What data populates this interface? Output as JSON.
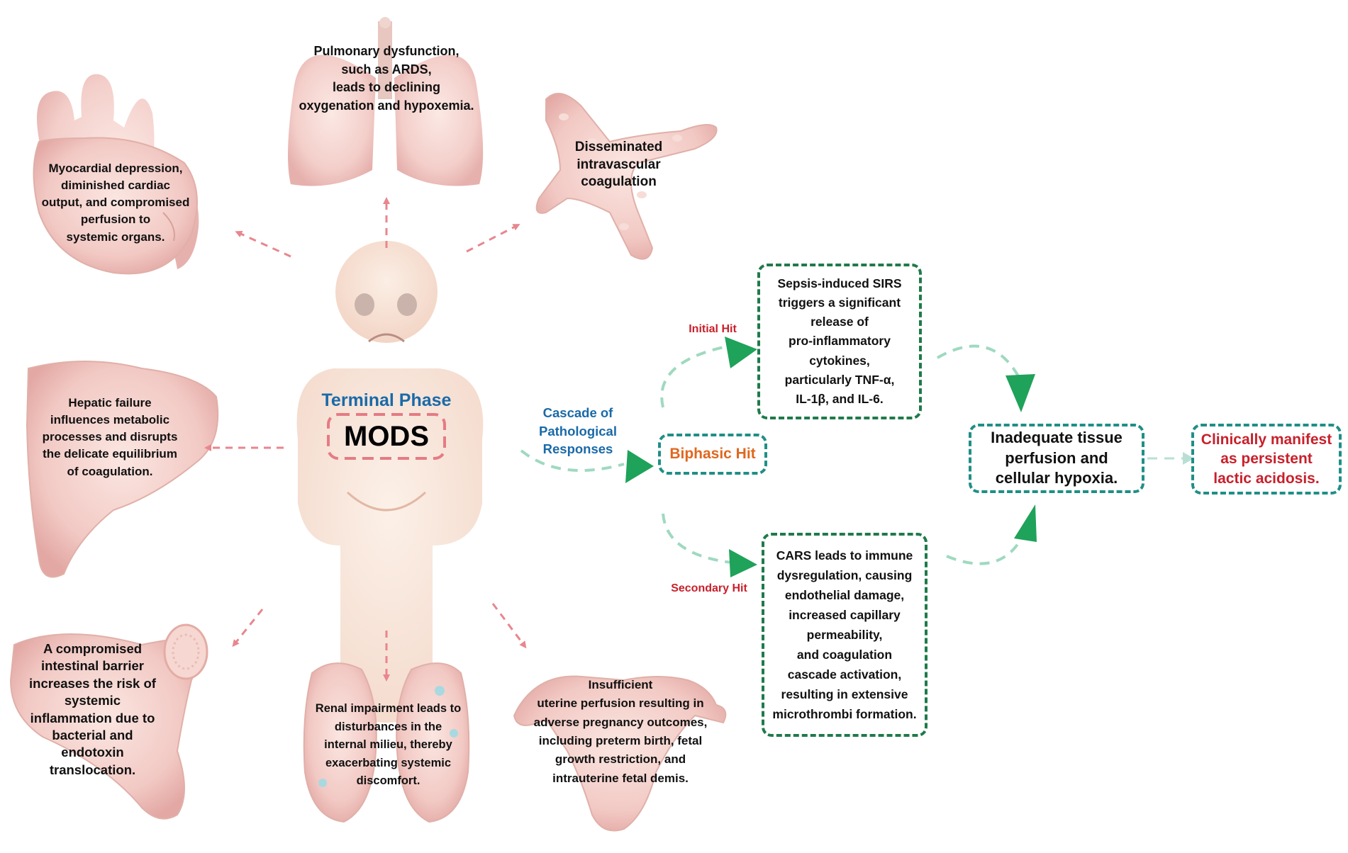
{
  "center": {
    "phase_label": "Terminal Phase",
    "mods_label": "MODS"
  },
  "organs": {
    "heart": "Myocardial depression,\ndiminished cardiac\noutput, and compromised\nperfusion to\nsystemic organs.",
    "lungs": "Pulmonary dysfunction,\nsuch as ARDS,\nleads to declining\noxygenation and hypoxemia.",
    "dic": "Disseminated\nintravascular\ncoagulation",
    "liver": "Hepatic failure\ninfluences metabolic\nprocesses and disrupts\nthe delicate equilibrium\nof coagulation.",
    "intestine": "A compromised\nintestinal barrier\nincreases the risk of\nsystemic\ninflammation due to\nbacterial and\nendotoxin\ntranslocation.",
    "kidneys": "Renal impairment leads to\ndisturbances in the\ninternal milieu, thereby\nexacerbating systemic\ndiscomfort.",
    "uterus": "Insufficient\nuterine perfusion resulting in\nadverse pregnancy outcomes,\nincluding preterm birth, fetal\ngrowth restriction, and\nintrauterine fetal demis."
  },
  "pathway": {
    "cascade_label": "Cascade of\nPathological\nResponses",
    "biphasic_hit": "Biphasic Hit",
    "initial_hit_label": "Initial Hit",
    "secondary_hit_label": "Secondary Hit",
    "sirs_box": "Sepsis-induced SIRS\ntriggers a significant\nrelease of\npro-inflammatory\ncytokines,\nparticularly TNF-α,\nIL-1β, and IL-6.",
    "cars_box": "CARS leads to immune\ndysregulation, causing\nendothelial damage,\nincreased capillary\npermeability,\nand coagulation\ncascade activation,\nresulting in extensive\nmicrothrombi formation.",
    "hypoxia_box": "Inadequate tissue\nperfusion and\ncellular hypoxia.",
    "outcome_box": "Clinically manifest\nas persistent\nlactic acidosis."
  },
  "colors": {
    "organ_fill": "#f2c9c4",
    "organ_stroke": "#d9a9a2",
    "body_fill": "#f7e0d2",
    "arrow_red": "#e8868e",
    "arrow_green": "#1fa25a",
    "dash_green": "#1f7a4a",
    "dash_teal": "#1f8f86",
    "blue_text": "#1a6aa8",
    "red_text": "#c8202b",
    "orange_text": "#e0671f"
  }
}
